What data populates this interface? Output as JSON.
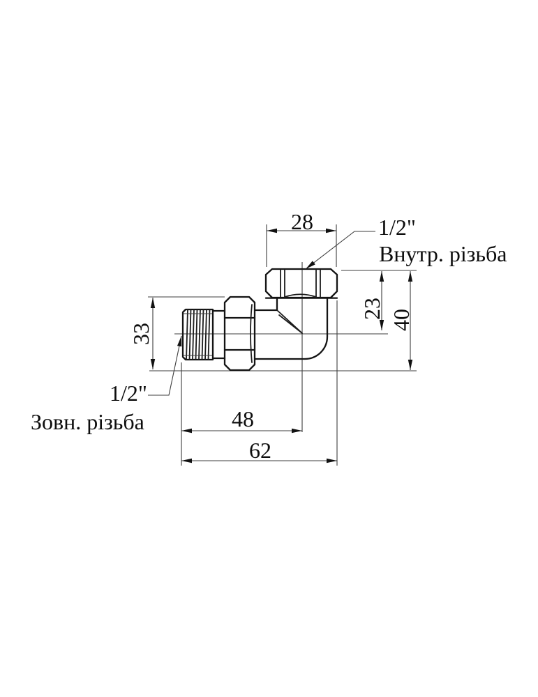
{
  "drawing": {
    "dims": {
      "female_nut_width": "28",
      "female_thread_depth": "23",
      "total_height": "40",
      "male_side_height": "33",
      "length_to_center": "48",
      "total_length": "62"
    },
    "callouts": {
      "internal": {
        "size": "1/2\"",
        "label": "Внутр. різьба"
      },
      "external": {
        "size": "1/2\"",
        "label": "Зовн. різьба"
      }
    },
    "colors": {
      "outline": "#141414",
      "thin_line": "#3d3d3d",
      "background": "#ffffff"
    }
  }
}
